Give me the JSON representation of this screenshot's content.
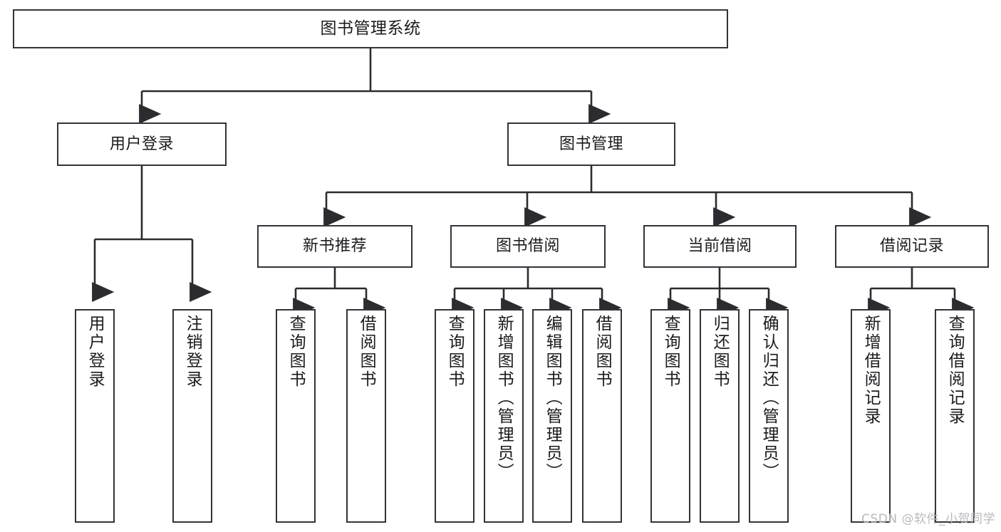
{
  "diagram": {
    "title": "图书管理系统",
    "type": "tree-hierarchy",
    "watermark": "CSDN @软件_小贺同学",
    "colors": {
      "border": "#33333a",
      "text": "#1b1b1f",
      "background": "#ffffff",
      "edge": "#2b2b30",
      "watermark": "#b9b9bd"
    },
    "nodes": {
      "root": {
        "label": "图书管理系统"
      },
      "level2": [
        {
          "label": "用户登录"
        },
        {
          "label": "图书管理"
        }
      ],
      "level3": [
        {
          "label": "新书推荐"
        },
        {
          "label": "图书借阅"
        },
        {
          "label": "当前借阅"
        },
        {
          "label": "借阅记录"
        }
      ],
      "leaves": {
        "user_login": [
          {
            "label": "用户登录"
          },
          {
            "label": "注销登录"
          }
        ],
        "new_book": [
          {
            "label": "查询图书"
          },
          {
            "label": "借阅图书"
          }
        ],
        "borrow_book": [
          {
            "label": "查询图书"
          },
          {
            "label": "新增图书（管理员）"
          },
          {
            "label": "编辑图书（管理员）"
          },
          {
            "label": "借阅图书"
          }
        ],
        "current_borrow": [
          {
            "label": "查询图书"
          },
          {
            "label": "归还图书"
          },
          {
            "label": "确认归还（管理员）"
          }
        ],
        "borrow_record": [
          {
            "label": "新增借阅记录"
          },
          {
            "label": "查询借阅记录"
          }
        ]
      }
    }
  }
}
